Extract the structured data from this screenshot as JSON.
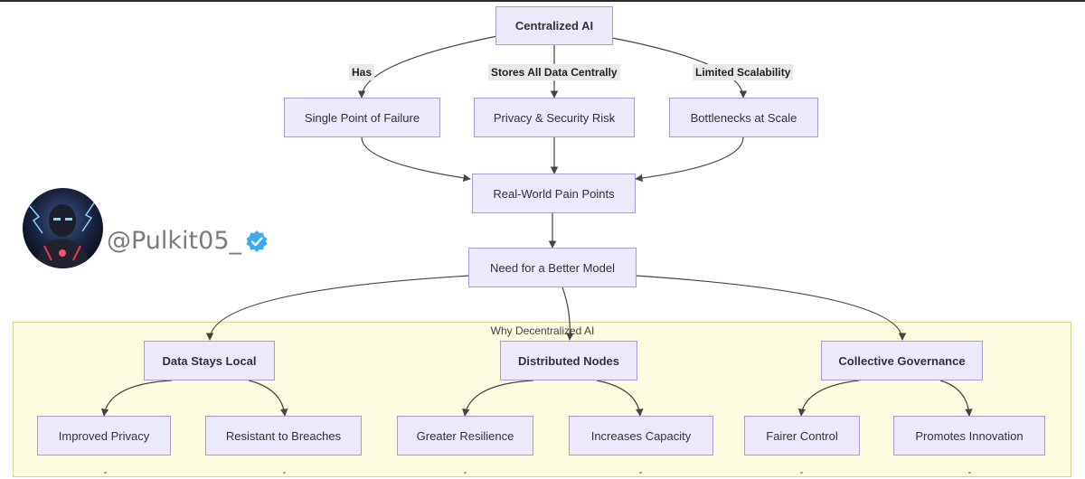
{
  "diagram": {
    "root": "Centralized AI",
    "edge_labels": {
      "has": "Has",
      "stores": "Stores All Data Centrally",
      "scalability": "Limited Scalability"
    },
    "problems": {
      "single_point": "Single Point of Failure",
      "privacy_risk": "Privacy & Security Risk",
      "bottlenecks": "Bottlenecks at Scale"
    },
    "pain_points": "Real-World Pain Points",
    "need": "Need for a Better Model",
    "group_title": "Why Decentralized AI",
    "pillars": {
      "data_local": {
        "title": "Data Stays Local",
        "benefits": [
          "Improved Privacy",
          "Resistant to Breaches"
        ]
      },
      "distributed": {
        "title": "Distributed Nodes",
        "benefits": [
          "Greater Resilience",
          "Increases Capacity"
        ]
      },
      "governance": {
        "title": "Collective Governance",
        "benefits": [
          "Fairer Control",
          "Promotes Innovation"
        ]
      }
    }
  },
  "watermark": {
    "handle": "@Pulkit05_",
    "verified_icon": "verified-badge-icon",
    "avatar": "avatar-image"
  },
  "colors": {
    "node_fill": "#ece9fb",
    "node_border": "#a99ad3",
    "group_fill": "#fdfbe0",
    "group_border": "#d8d290",
    "edge": "#444444",
    "verified": "#1d9bf0"
  }
}
